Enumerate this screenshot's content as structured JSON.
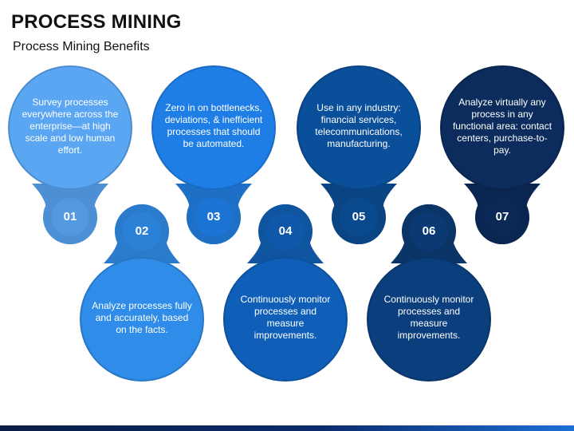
{
  "header": {
    "title": "PROCESS MINING",
    "subtitle": "Process Mining Benefits"
  },
  "steps": [
    {
      "number": "01",
      "text": "Survey processes everywhere across the enterprise—at high scale and low human effort.",
      "color": "#5aa6f2",
      "stem_color": "#4c8fd4"
    },
    {
      "number": "02",
      "text": "Analyze processes fully and accurately, based on the facts.",
      "color": "#2f8ce8",
      "stem_color": "#2b7bcc"
    },
    {
      "number": "03",
      "text": "Zero in on bottlenecks, deviations, & inefficient processes that should be automated.",
      "color": "#1e7ee6",
      "stem_color": "#1e6fc6"
    },
    {
      "number": "04",
      "text": "Continuously monitor processes and measure improvements.",
      "color": "#0f5fb8",
      "stem_color": "#0f549e"
    },
    {
      "number": "05",
      "text": "Use in any industry: financial services, telecommunications, manufacturing.",
      "color": "#0a4f9a",
      "stem_color": "#0a4482"
    },
    {
      "number": "06",
      "text": "Continuously monitor processes and measure improvements.",
      "color": "#0b3e7d",
      "stem_color": "#0b3467"
    },
    {
      "number": "07",
      "text": "Analyze virtually any process in any functional area: contact centers, purchase-to-pay.",
      "color": "#0b2c5c",
      "stem_color": "#0a2550"
    }
  ]
}
